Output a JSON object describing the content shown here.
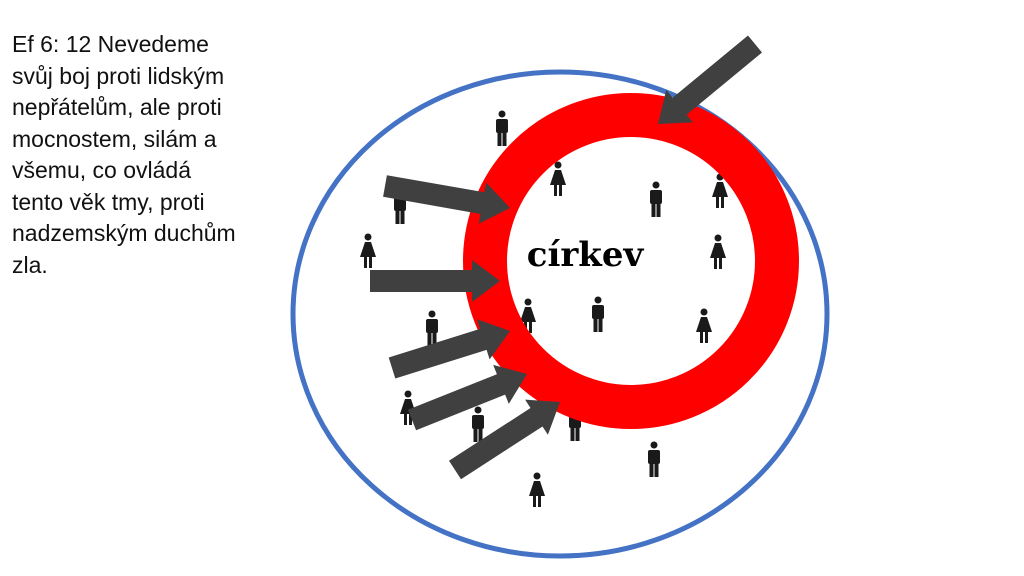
{
  "verse": {
    "lines": [
      "Ef 6: 12  Nevedeme",
      "svůj boj proti lidským",
      "nepřátelům, ale proti",
      "mocnostem, silám a",
      "všemu, co ovládá",
      "tento věk tmy, proti",
      "nadzemským duchům",
      "zla."
    ]
  },
  "diagram": {
    "center_label": "církev",
    "colors": {
      "outer_circle": "#4472c4",
      "ring": "#ff0000",
      "arrows": "#404040",
      "people": "#1a1a1a"
    }
  }
}
